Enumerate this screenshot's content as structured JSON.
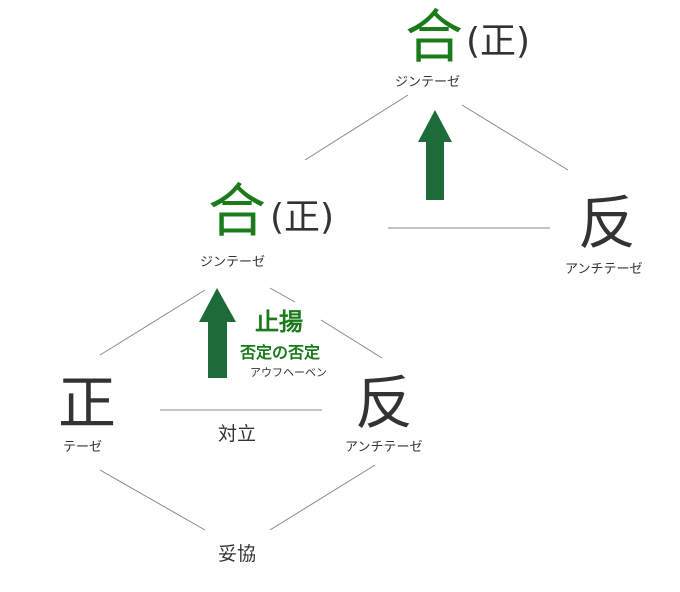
{
  "top_synthesis": {
    "char": "合",
    "paren": "(正)",
    "reading": "ジンテーゼ"
  },
  "top_antithesis": {
    "char": "反",
    "reading": "アンチテーゼ"
  },
  "mid_synthesis": {
    "char": "合",
    "paren": "(正)",
    "reading": "ジンテーゼ"
  },
  "aufheben": {
    "title": "止揚",
    "subtitle": "否定の否定",
    "reading": "アウフヘーベン"
  },
  "thesis": {
    "char": "正",
    "reading": "テーゼ"
  },
  "antithesis": {
    "char": "反",
    "reading": "アンチテーゼ"
  },
  "opposition": "対立",
  "compromise": "妥協",
  "colors": {
    "green_text": "#1b7a1b",
    "arrow": "#1e6b3a",
    "line": "#888888"
  }
}
